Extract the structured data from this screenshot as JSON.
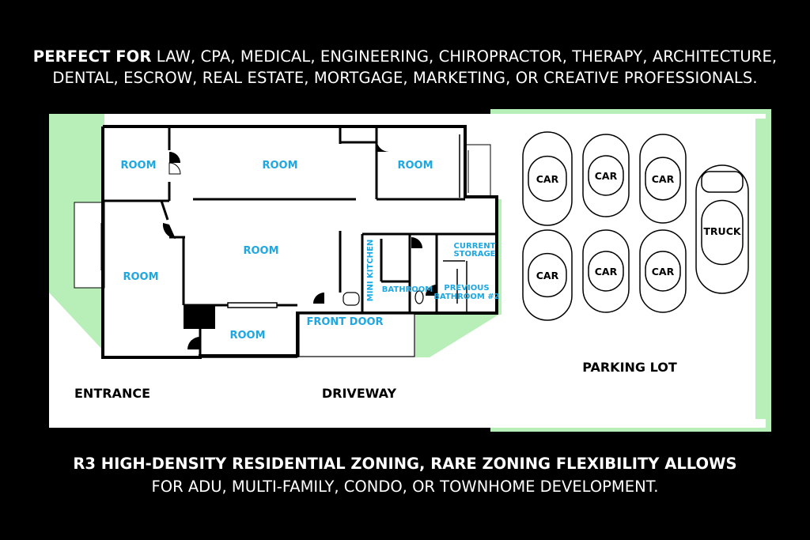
{
  "header": {
    "bold_lead": "PERFECT FOR",
    "line1_rest": " LAW, CPA, MEDICAL, ENGINEERING, CHIROPRACTOR, THERAPY, ARCHITECTURE,",
    "line2": "DENTAL, ESCROW, REAL ESTATE, MORTGAGE, MARKETING, OR CREATIVE PROFESSIONALS."
  },
  "footer": {
    "line1": "R3 HIGH-DENSITY RESIDENTIAL ZONING, RARE ZONING FLEXIBILITY ALLOWS",
    "line2": "FOR ADU, MULTI-FAMILY, CONDO, OR TOWNHOME DEVELOPMENT."
  },
  "plan": {
    "rooms": {
      "room_tl": "ROOM",
      "room_top_mid": "ROOM",
      "room_top_right": "ROOM",
      "room_center": "ROOM",
      "room_left": "ROOM",
      "room_bottom": "ROOM"
    },
    "mini_kitchen": "MINI KITCHEN",
    "bathroom": "BATHROOM",
    "current_storage_1": "CURRENT",
    "current_storage_2": "STORAGE",
    "previous_bathroom_1": "PREVIOUS",
    "previous_bathroom_2": "BATHROOM #2",
    "front_door": "FRONT DOOR",
    "entrance": "ENTRANCE",
    "driveway": "DRIVEWAY",
    "parking_lot": "PARKING LOT",
    "vehicles": [
      "CAR",
      "CAR",
      "CAR",
      "CAR",
      "CAR",
      "CAR",
      "TRUCK"
    ]
  },
  "colors": {
    "background": "#000000",
    "lot": "#ffffff",
    "landscape": "#b8efb8",
    "room_label": "#1ea7e1",
    "walls": "#000000"
  }
}
